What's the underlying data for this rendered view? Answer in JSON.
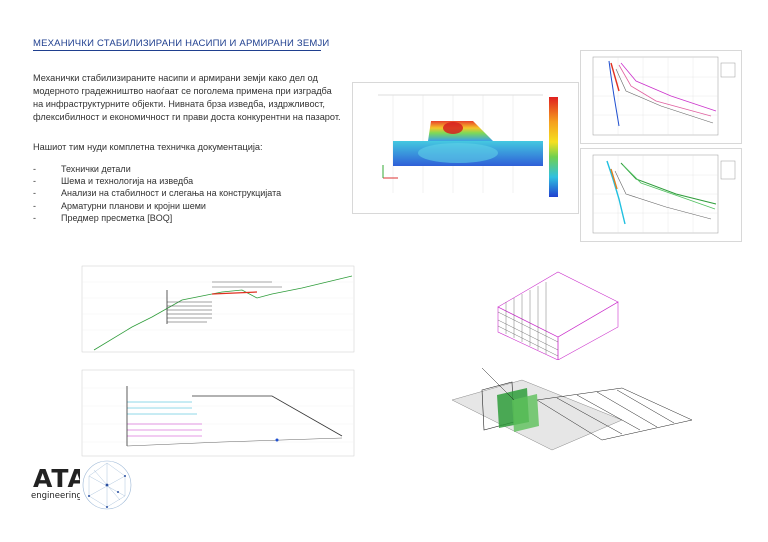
{
  "heading": "МЕХАНИЧКИ СТАБИЛИЗИРАНИ НАСИПИ И АРМИРАНИ ЗЕМЈИ",
  "intro": "Механички стабилизираните насипи и армирани земји како дел од модерното градежништво наоѓаат се поголема примена при изградба на инфраструктурните објекти. Нивната брза изведба, издржливост, флексибилност и економичност ги прави доста конкурентни на пазарот.",
  "lead": "Нашиот тим нуди комплетна техничка документација:",
  "services": [
    "Технички детали",
    "Шема и технологија на изведба",
    "Анализи на стабилност и слегања на конструкцијата",
    "Арматурни планови и кројни шеми",
    "Предмер пресметка [BOQ]"
  ],
  "logo": {
    "name": "ATA",
    "sub": "engineering"
  },
  "colors": {
    "heading": "#1f3f8f",
    "accent_green": "#2e9c3a",
    "magenta": "#cc33cc"
  }
}
